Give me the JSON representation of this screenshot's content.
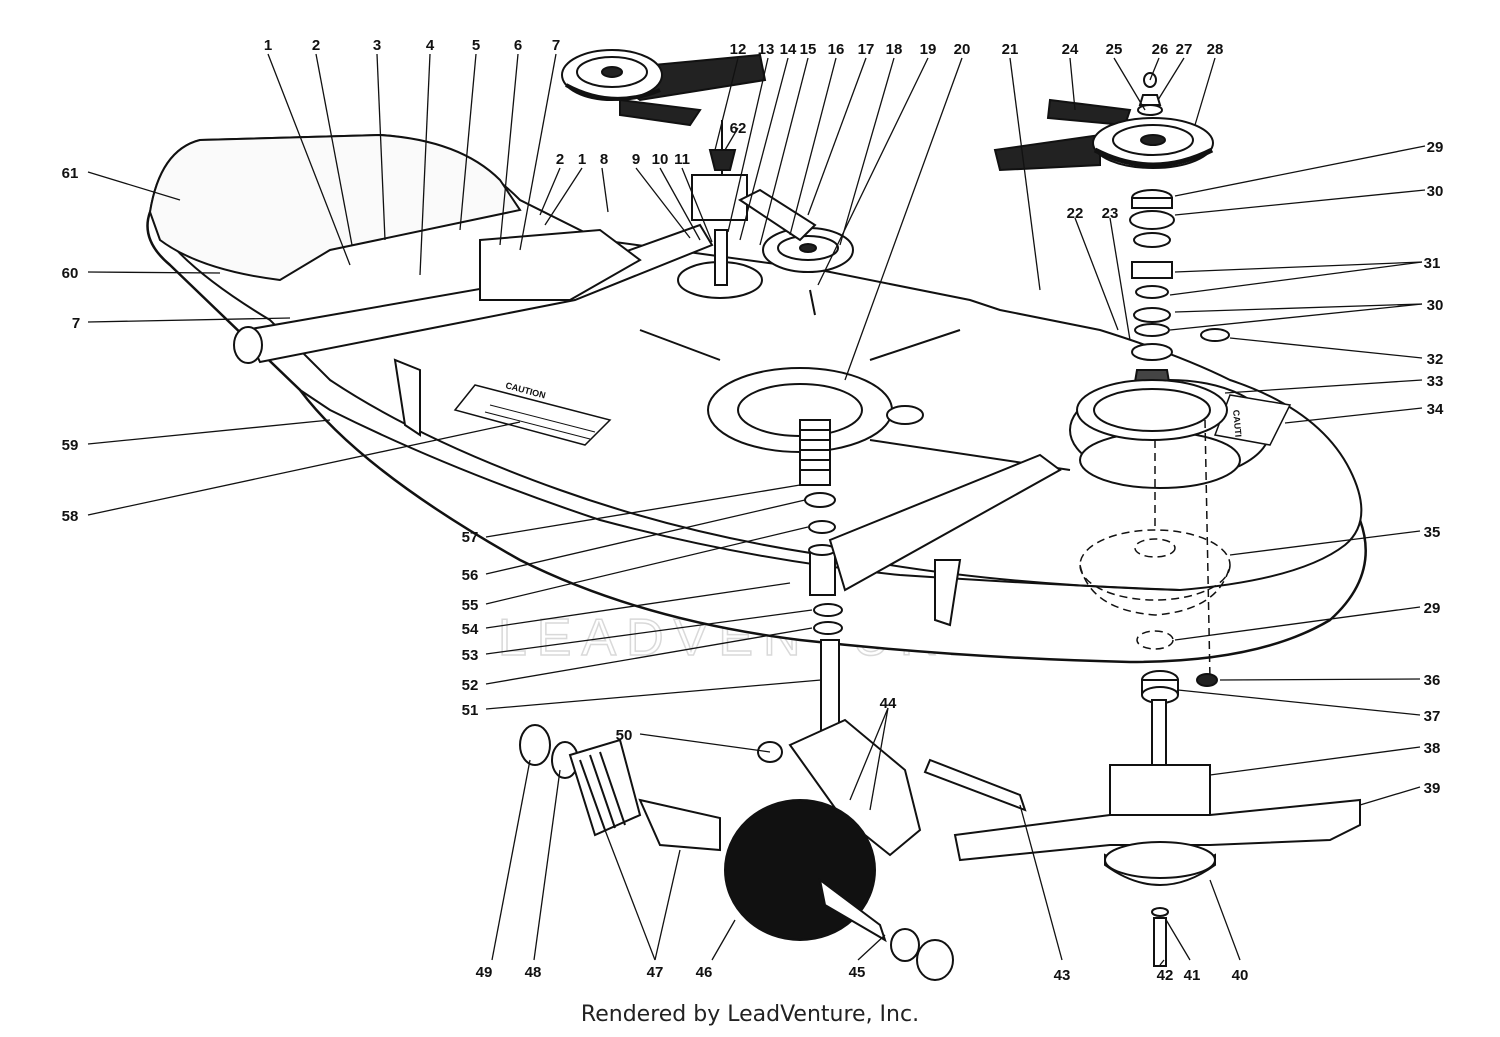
{
  "diagram": {
    "callouts": [
      {
        "id": "1a",
        "label": "1"
      },
      {
        "id": "2a",
        "label": "2"
      },
      {
        "id": "3",
        "label": "3"
      },
      {
        "id": "4",
        "label": "4"
      },
      {
        "id": "5",
        "label": "5"
      },
      {
        "id": "6",
        "label": "6"
      },
      {
        "id": "7a",
        "label": "7"
      },
      {
        "id": "12",
        "label": "12"
      },
      {
        "id": "13",
        "label": "13"
      },
      {
        "id": "14",
        "label": "14"
      },
      {
        "id": "15",
        "label": "15"
      },
      {
        "id": "16",
        "label": "16"
      },
      {
        "id": "17",
        "label": "17"
      },
      {
        "id": "18",
        "label": "18"
      },
      {
        "id": "19",
        "label": "19"
      },
      {
        "id": "20",
        "label": "20"
      },
      {
        "id": "21",
        "label": "21"
      },
      {
        "id": "24",
        "label": "24"
      },
      {
        "id": "25",
        "label": "25"
      },
      {
        "id": "26",
        "label": "26"
      },
      {
        "id": "27",
        "label": "27"
      },
      {
        "id": "28",
        "label": "28"
      },
      {
        "id": "62",
        "label": "62"
      },
      {
        "id": "2b",
        "label": "2"
      },
      {
        "id": "1b",
        "label": "1"
      },
      {
        "id": "8",
        "label": "8"
      },
      {
        "id": "9",
        "label": "9"
      },
      {
        "id": "10",
        "label": "10"
      },
      {
        "id": "11",
        "label": "11"
      },
      {
        "id": "22",
        "label": "22"
      },
      {
        "id": "23",
        "label": "23"
      },
      {
        "id": "61",
        "label": "61"
      },
      {
        "id": "60",
        "label": "60"
      },
      {
        "id": "7b",
        "label": "7"
      },
      {
        "id": "29a",
        "label": "29"
      },
      {
        "id": "30a",
        "label": "30"
      },
      {
        "id": "31",
        "label": "31"
      },
      {
        "id": "30b",
        "label": "30"
      },
      {
        "id": "32",
        "label": "32"
      },
      {
        "id": "33",
        "label": "33"
      },
      {
        "id": "34",
        "label": "34"
      },
      {
        "id": "59",
        "label": "59"
      },
      {
        "id": "58",
        "label": "58"
      },
      {
        "id": "57",
        "label": "57"
      },
      {
        "id": "56",
        "label": "56"
      },
      {
        "id": "55",
        "label": "55"
      },
      {
        "id": "54",
        "label": "54"
      },
      {
        "id": "53",
        "label": "53"
      },
      {
        "id": "52",
        "label": "52"
      },
      {
        "id": "51",
        "label": "51"
      },
      {
        "id": "35",
        "label": "35"
      },
      {
        "id": "29b",
        "label": "29"
      },
      {
        "id": "36",
        "label": "36"
      },
      {
        "id": "37",
        "label": "37"
      },
      {
        "id": "38",
        "label": "38"
      },
      {
        "id": "39",
        "label": "39"
      },
      {
        "id": "44",
        "label": "44"
      },
      {
        "id": "50",
        "label": "50"
      },
      {
        "id": "49",
        "label": "49"
      },
      {
        "id": "48",
        "label": "48"
      },
      {
        "id": "47",
        "label": "47"
      },
      {
        "id": "46",
        "label": "46"
      },
      {
        "id": "45",
        "label": "45"
      },
      {
        "id": "43",
        "label": "43"
      },
      {
        "id": "42",
        "label": "42"
      },
      {
        "id": "41",
        "label": "41"
      },
      {
        "id": "40",
        "label": "40"
      }
    ],
    "decals": {
      "caution_left": "CAUTION",
      "caution_right": "CAUTI"
    },
    "watermark": "LEADVENTURE",
    "footer_credit": "Rendered by LeadVenture, Inc."
  }
}
